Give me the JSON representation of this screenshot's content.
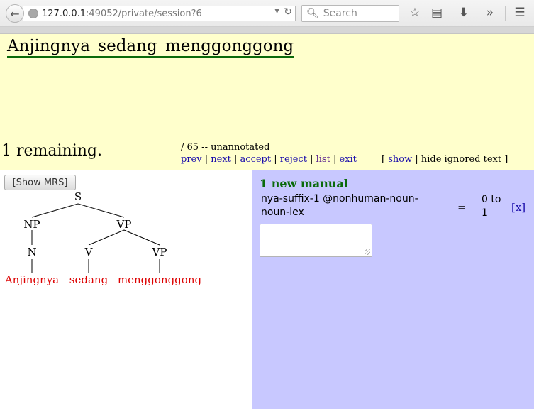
{
  "browser": {
    "url_host": "127.0.0.1",
    "url_rest": ":49052/private/session?6",
    "search_placeholder": "Search",
    "icons": [
      "back-icon",
      "globe-icon",
      "dropdown-icon",
      "reload-icon",
      "search-icon",
      "bookmark-star-icon",
      "reading-list-icon",
      "download-icon",
      "overflow-icon",
      "menu-icon"
    ]
  },
  "header": {
    "sentence": "Anjingnya sedang menggonggong",
    "remaining": "1 remaining.",
    "status": "/ 65 -- unannotated",
    "nav": {
      "prev": "prev",
      "next": "next",
      "accept": "accept",
      "reject": "reject",
      "list": "list",
      "exit": "exit",
      "sep": "|"
    },
    "ignore": {
      "open": "[",
      "show": "show",
      "rest": "| hide ignored text ]"
    }
  },
  "left": {
    "show_mrs_label": "[Show MRS]",
    "tree": {
      "labels": {
        "s": "S",
        "np": "NP",
        "vp1": "VP",
        "n": "N",
        "v": "V",
        "vp2": "VP"
      },
      "words": [
        "Anjingnya",
        "sedang",
        "menggonggong"
      ],
      "word_color": "#dd0000"
    }
  },
  "right": {
    "title": "1 new manual",
    "rule_name": "nya-suffix-1 @nonhuman-noun-noun-lex",
    "eq": "=",
    "range": "0 to 1",
    "remove": "[x]",
    "bg_color": "#c8c8ff"
  },
  "colors": {
    "header_bg": "#ffffcc",
    "accent_green": "#0b6a0b",
    "link": "#1a0dab"
  }
}
